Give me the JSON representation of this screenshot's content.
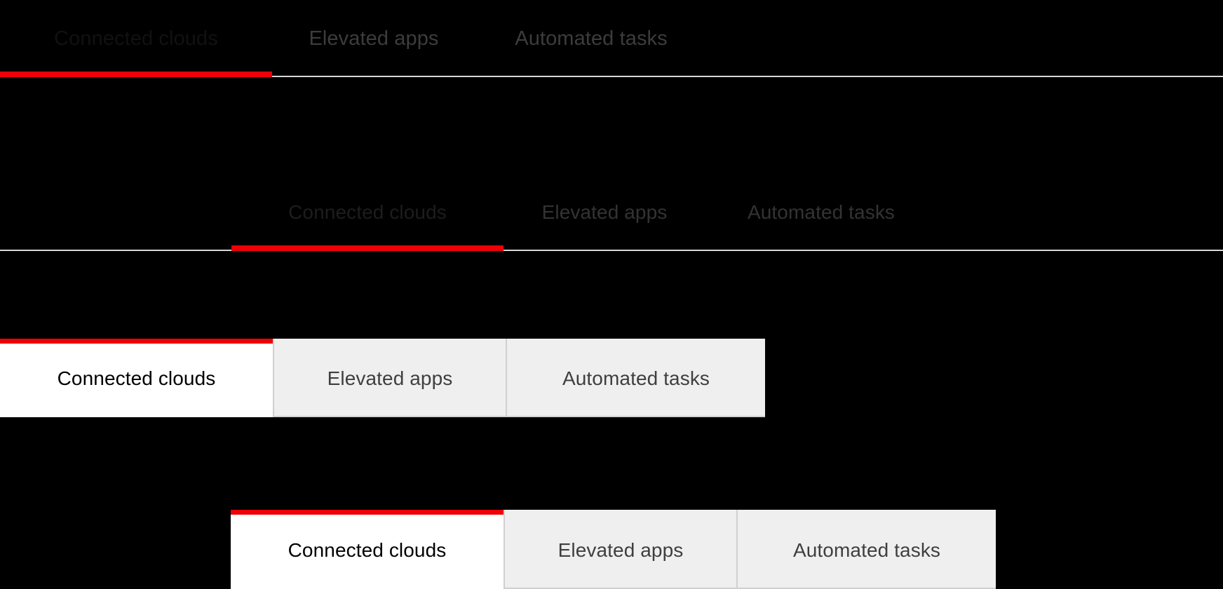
{
  "theme": {
    "background": "#000000",
    "accent_red": "#ed0007",
    "rule_gray": "#d8d8d8",
    "tab_idle_fill": "#efefef",
    "tab_active_fill": "#ffffff",
    "tab_idle_text": "#3f3f3f",
    "tab_active_text": "#000000"
  },
  "tab_labels": {
    "connected_clouds": "Connected clouds",
    "elevated_apps": "Elevated apps",
    "automated_tasks": "Automated tasks"
  },
  "variants": [
    {
      "id": "tabset-a",
      "style": "underline-dark",
      "active_index": 0,
      "tabs": [
        {
          "label": "Connected clouds",
          "state": "active"
        },
        {
          "label": "Elevated apps",
          "state": "idle"
        },
        {
          "label": "Automated tasks",
          "state": "idle"
        }
      ]
    },
    {
      "id": "tabset-b",
      "style": "underline-dark-indented",
      "active_index": 0,
      "tabs": [
        {
          "label": "Connected clouds",
          "state": "active"
        },
        {
          "label": "Elevated apps",
          "state": "idle"
        },
        {
          "label": "Automated tasks",
          "state": "idle"
        }
      ]
    },
    {
      "id": "tabset-c",
      "style": "boxed",
      "active_index": 0,
      "tabs": [
        {
          "label": "Connected clouds",
          "state": "active"
        },
        {
          "label": "Elevated apps",
          "state": "idle"
        },
        {
          "label": "Automated tasks",
          "state": "idle"
        }
      ]
    },
    {
      "id": "tabset-d",
      "style": "boxed-indented",
      "active_index": 0,
      "tabs": [
        {
          "label": "Connected clouds",
          "state": "active"
        },
        {
          "label": "Elevated apps",
          "state": "idle"
        },
        {
          "label": "Automated tasks",
          "state": "idle"
        }
      ]
    }
  ]
}
